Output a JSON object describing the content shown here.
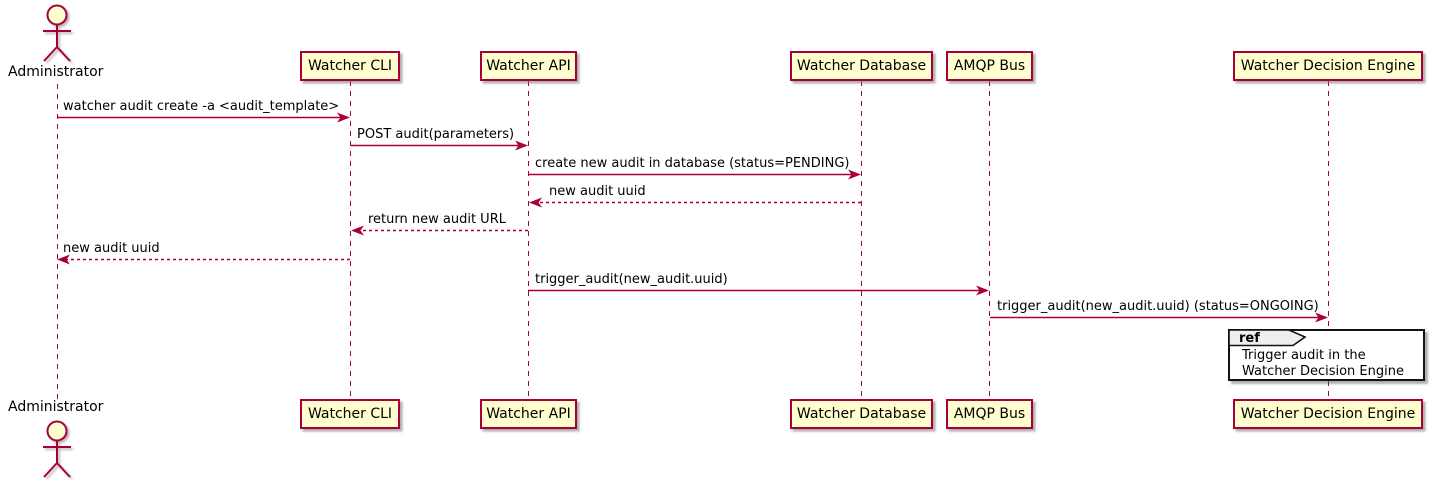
{
  "diagram": {
    "type": "sequence",
    "actor": {
      "name": "Administrator"
    },
    "participants": [
      {
        "label": "Watcher CLI"
      },
      {
        "label": "Watcher API"
      },
      {
        "label": "Watcher Database"
      },
      {
        "label": "AMQP Bus"
      },
      {
        "label": "Watcher Decision Engine"
      }
    ],
    "messages": [
      {
        "label": "watcher audit create -a <audit_template>",
        "from": "Administrator",
        "to": "Watcher CLI",
        "style": "solid"
      },
      {
        "label": "POST audit(parameters)",
        "from": "Watcher CLI",
        "to": "Watcher API",
        "style": "solid"
      },
      {
        "label": "create new audit in database (status=PENDING)",
        "from": "Watcher API",
        "to": "Watcher Database",
        "style": "solid"
      },
      {
        "label": "new audit uuid",
        "from": "Watcher Database",
        "to": "Watcher API",
        "style": "dashed"
      },
      {
        "label": "return new audit URL",
        "from": "Watcher API",
        "to": "Watcher CLI",
        "style": "dashed"
      },
      {
        "label": "new audit uuid",
        "from": "Watcher CLI",
        "to": "Administrator",
        "style": "dashed"
      },
      {
        "label": "trigger_audit(new_audit.uuid)",
        "from": "Watcher API",
        "to": "AMQP Bus",
        "style": "solid"
      },
      {
        "label": "trigger_audit(new_audit.uuid) (status=ONGOING)",
        "from": "AMQP Bus",
        "to": "Watcher Decision Engine",
        "style": "solid"
      }
    ],
    "ref": {
      "keyword": "ref",
      "lines": {
        "0": "Trigger audit in the",
        "1": "Watcher Decision Engine"
      }
    },
    "colors": {
      "participant_fill": "#FEFECE",
      "stroke": "#A80036",
      "text": "#000000",
      "ref_fill": "#FFFFFF",
      "ref_tab_fill": "#EEEEEE",
      "ref_border": "#121212"
    }
  }
}
